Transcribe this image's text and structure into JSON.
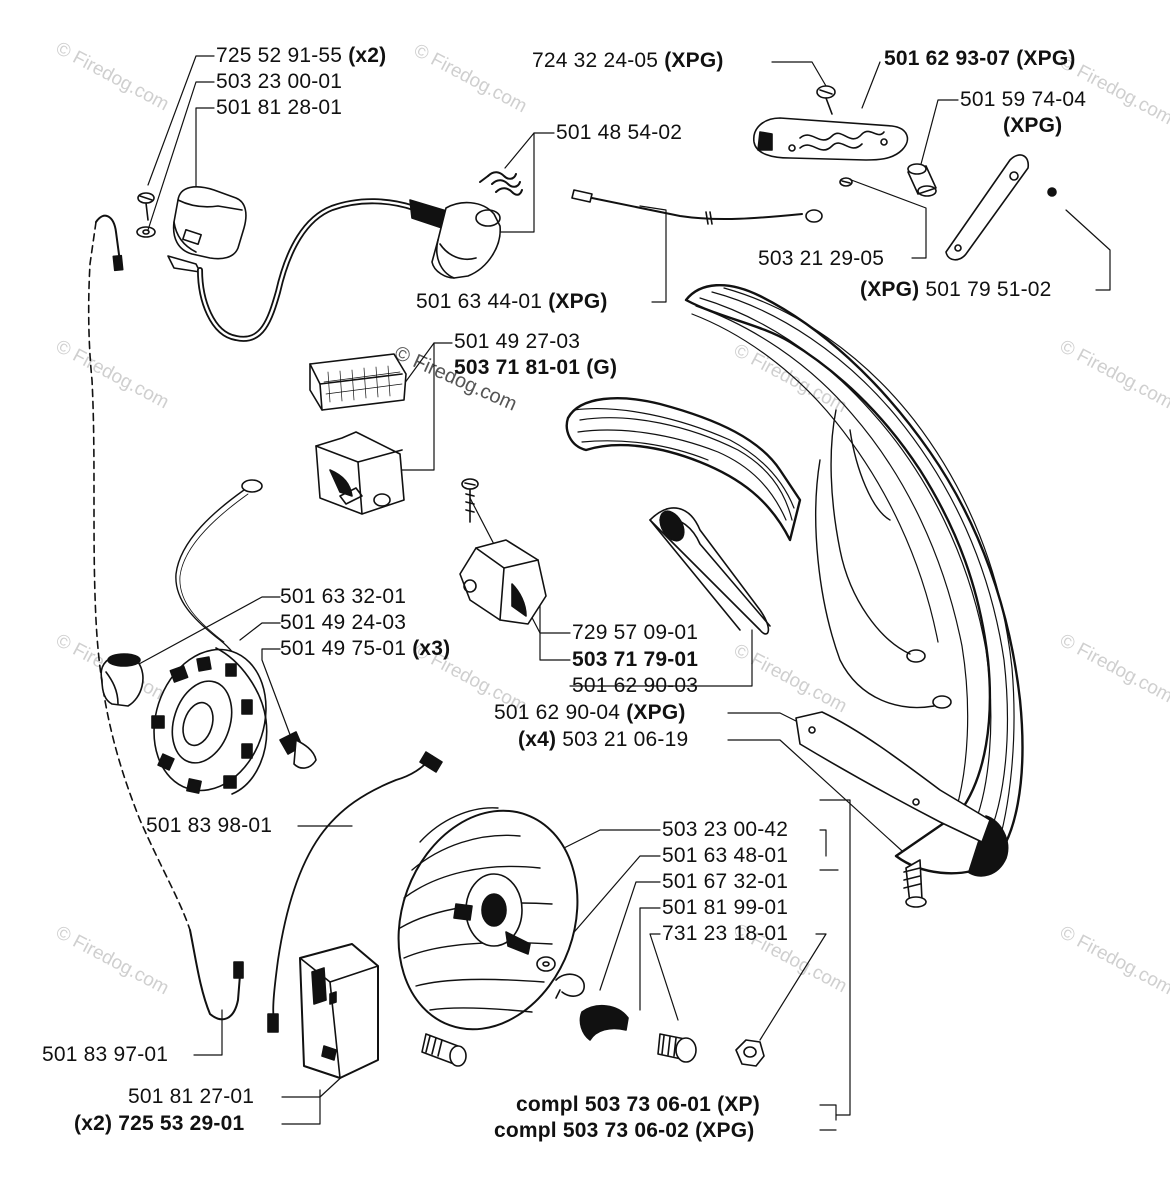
{
  "colors": {
    "ink": "#111111",
    "watermark": "#cfcfcf",
    "background": "#ffffff"
  },
  "watermark": {
    "text": "© Firedog.com",
    "center_text": "© Firedog.com"
  },
  "labels": {
    "l_725_52_91_55": {
      "num": "725 52 91-55",
      "q": "(x2)"
    },
    "l_503_23_00_01": {
      "num": "503 23 00-01",
      "q": ""
    },
    "l_501_81_28_01": {
      "num": "501 81 28-01",
      "q": ""
    },
    "l_501_48_54_02": {
      "num": "501 48 54-02",
      "q": ""
    },
    "l_724_32_24_05": {
      "num": "724 32 24-05",
      "q": "(XPG)"
    },
    "l_501_62_93_07": {
      "num": "501 62 93-07",
      "q": "(XPG)"
    },
    "l_501_59_74_04": {
      "num": "501 59 74-04",
      "q": ""
    },
    "l_501_59_74_04_q": {
      "num": "",
      "q": "(XPG)"
    },
    "l_503_21_29_05": {
      "num": "503 21 29-05",
      "q": ""
    },
    "l_501_79_51_02": {
      "num": "501 79 51-02",
      "q": "(XPG)"
    },
    "l_501_63_44_01": {
      "num": "501 63 44-01",
      "q": "(XPG)"
    },
    "l_501_49_27_03": {
      "num": "501 49 27-03",
      "q": ""
    },
    "l_503_71_81_01": {
      "num": "503 71 81-01",
      "q": "(G)"
    },
    "l_501_63_32_01": {
      "num": "501 63 32-01",
      "q": ""
    },
    "l_501_49_24_03": {
      "num": "501 49 24-03",
      "q": ""
    },
    "l_501_49_75_01": {
      "num": "501 49 75-01",
      "q": "(x3)"
    },
    "l_729_57_09_01": {
      "num": "729 57 09-01",
      "q": ""
    },
    "l_503_71_79_01": {
      "num": "503 71 79-01",
      "q": ""
    },
    "l_501_62_90_03": {
      "num": "501 62 90-03",
      "q": ""
    },
    "l_501_62_90_04": {
      "num": "501 62 90-04",
      "q": "(XPG)"
    },
    "l_503_21_06_19": {
      "num": "503 21 06-19",
      "q": "(x4)"
    },
    "l_501_83_98_01": {
      "num": "501 83 98-01",
      "q": ""
    },
    "l_503_23_00_42": {
      "num": "503 23 00-42",
      "q": ""
    },
    "l_501_63_48_01": {
      "num": "501 63 48-01",
      "q": ""
    },
    "l_501_67_32_01": {
      "num": "501 67 32-01",
      "q": ""
    },
    "l_501_81_99_01": {
      "num": "501 81 99-01",
      "q": ""
    },
    "l_731_23_18_01": {
      "num": "731 23 18-01",
      "q": ""
    },
    "l_501_83_97_01": {
      "num": "501 83 97-01",
      "q": ""
    },
    "l_501_81_27_01": {
      "num": "501 81 27-01",
      "q": ""
    },
    "l_725_53_29_01": {
      "num": "725 53 29-01",
      "q": "(x2)"
    },
    "l_compl_xp": {
      "num": "compl 503 73 06-01",
      "q": "(XP)"
    },
    "l_compl_xpg": {
      "num": "compl 503 73 06-02",
      "q": "(XPG)"
    }
  }
}
